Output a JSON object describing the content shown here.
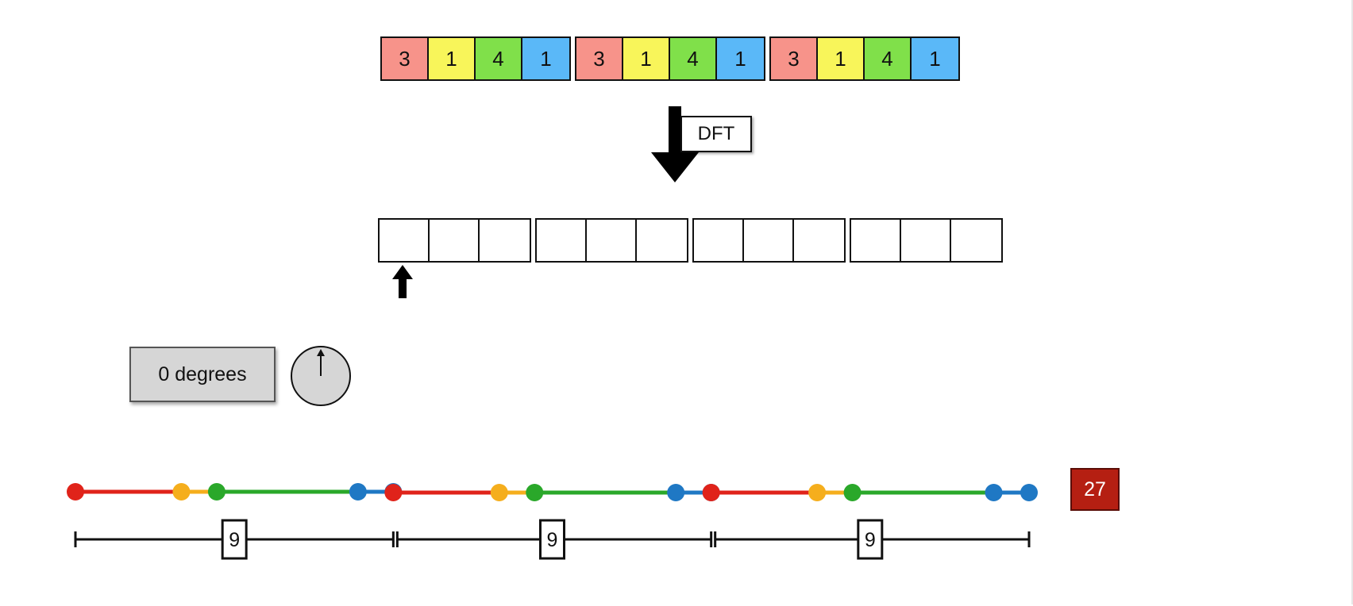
{
  "input": {
    "groups": [
      [
        {
          "value": "3",
          "color": "#f7938a"
        },
        {
          "value": "1",
          "color": "#f8f55a"
        },
        {
          "value": "4",
          "color": "#80e04a"
        },
        {
          "value": "1",
          "color": "#5ab8f8"
        }
      ],
      [
        {
          "value": "3",
          "color": "#f7938a"
        },
        {
          "value": "1",
          "color": "#f8f55a"
        },
        {
          "value": "4",
          "color": "#80e04a"
        },
        {
          "value": "1",
          "color": "#5ab8f8"
        }
      ],
      [
        {
          "value": "3",
          "color": "#f7938a"
        },
        {
          "value": "1",
          "color": "#f8f55a"
        },
        {
          "value": "4",
          "color": "#80e04a"
        },
        {
          "value": "1",
          "color": "#5ab8f8"
        }
      ]
    ]
  },
  "transform": {
    "label": "DFT"
  },
  "output": {
    "groups": [
      3,
      3,
      3,
      3
    ],
    "pointer_index": 0
  },
  "angle": {
    "label": "0 degrees",
    "degrees": 0
  },
  "strip": {
    "segments": [
      {
        "color": "#e0231a",
        "value": 3
      },
      {
        "color": "#f5ae1d",
        "value": 1
      },
      {
        "color": "#2aa82a",
        "value": 4
      },
      {
        "color": "#1f78c4",
        "value": 1
      }
    ],
    "repeat_totals": [
      "9",
      "9",
      "9"
    ],
    "grand_total": "27"
  },
  "colors": {
    "pointer": "#000000",
    "total_box": "#b51f12"
  }
}
